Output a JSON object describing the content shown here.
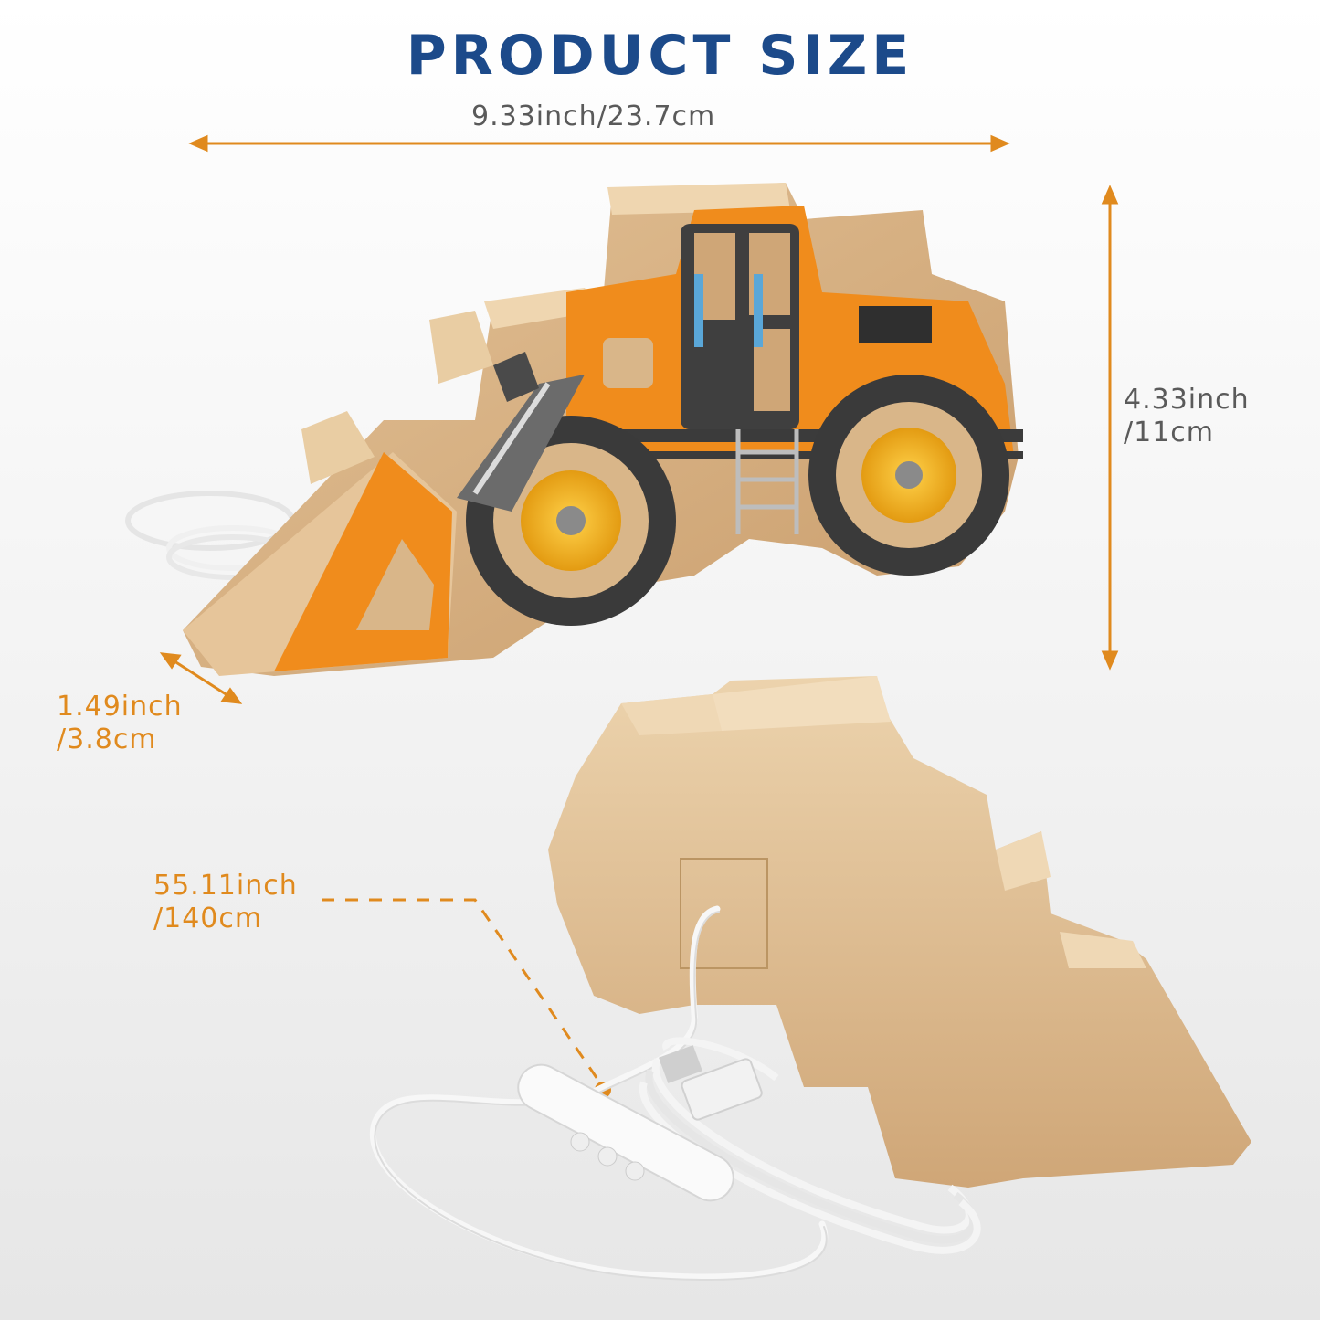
{
  "title": "PRODUCT SIZE",
  "dimensions": {
    "width": {
      "line1": "9.33inch/23.7cm"
    },
    "height": {
      "line1": "4.33inch",
      "line2": "/11cm"
    },
    "depth": {
      "line1": "1.49inch",
      "line2": "/3.8cm"
    },
    "cable": {
      "line1": "55.11inch",
      "line2": "/140cm"
    }
  },
  "colors": {
    "title": "#1c4a8a",
    "accent": "#e08a1e",
    "wood": "#d9b689",
    "orange": "#f08c1c",
    "dark": "#3b3b3b",
    "background": "#f4f4f4"
  }
}
